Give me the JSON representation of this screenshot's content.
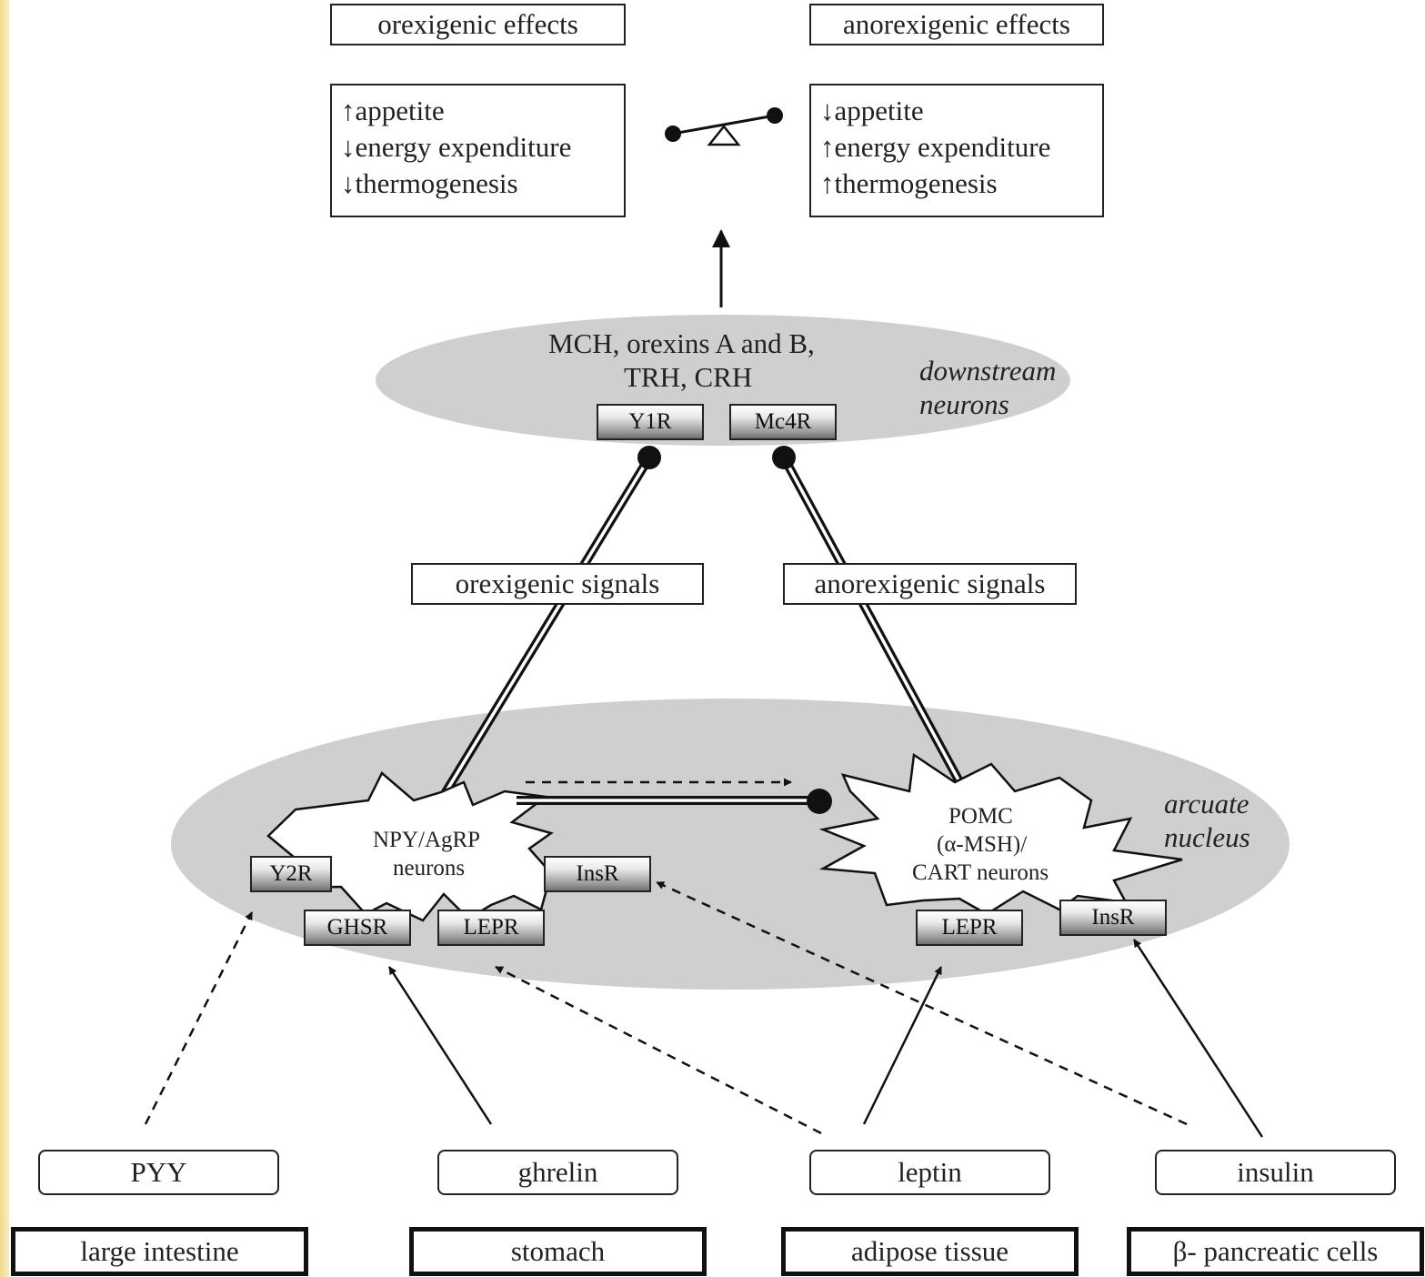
{
  "effects": {
    "orexigenic_title": "orexigenic effects",
    "anorexigenic_title": "anorexigenic effects",
    "orexigenic_items": [
      "↑appetite",
      "↓energy expenditure",
      "↓thermogenesis"
    ],
    "anorexigenic_items": [
      "↓appetite",
      "↑energy expenditure",
      "↑thermogenesis"
    ]
  },
  "downstream": {
    "peptides_line1": "MCH, orexins A and B,",
    "peptides_line2": "TRH, CRH",
    "region_line1": "downstream",
    "region_line2": "neurons",
    "receptor_y1r": "Y1R",
    "receptor_mc4r": "Mc4R"
  },
  "signals": {
    "orexigenic": "orexigenic signals",
    "anorexigenic": "anorexigenic signals"
  },
  "arcuate": {
    "region_line1": "arcuate",
    "region_line2": "nucleus",
    "npy_line1": "NPY/AgRP",
    "npy_line2": "neurons",
    "pomc_line1": "POMC",
    "pomc_line2": "(α-MSH)/",
    "pomc_line3": "CART neurons",
    "receptors": {
      "y2r": "Y2R",
      "ghsr": "GHSR",
      "lepr_left": "LEPR",
      "insr_left": "InsR",
      "lepr_right": "LEPR",
      "insr_right": "InsR"
    }
  },
  "hormones": [
    "PYY",
    "ghrelin",
    "leptin",
    "insulin"
  ],
  "sources": [
    "large intestine",
    "stomach",
    "adipose tissue",
    "β- pancreatic cells"
  ]
}
